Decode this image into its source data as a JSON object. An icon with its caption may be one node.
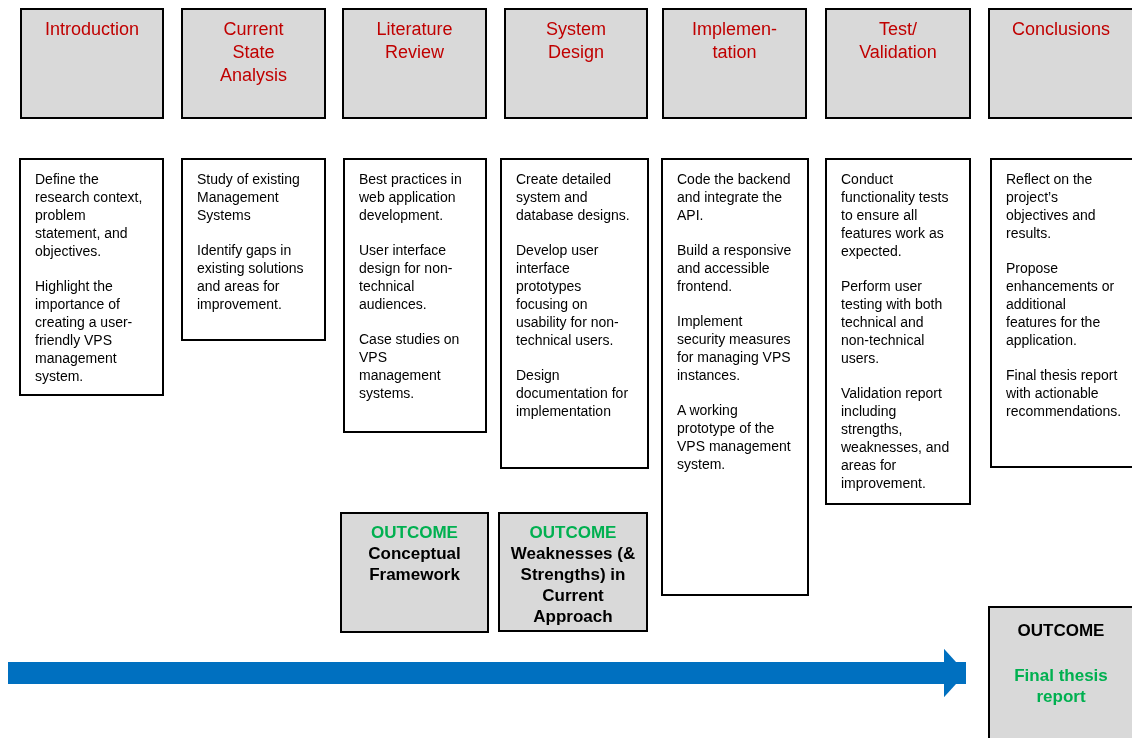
{
  "diagram": {
    "nodes": [
      {
        "text": [
          "Introduction"
        ]
      },
      {
        "text": [
          "Current State Analysis"
        ]
      },
      {
        "text": [
          "Literature Review"
        ]
      },
      {
        "text": [
          "System Design"
        ]
      },
      {
        "text": [
          "Implemen- tation"
        ]
      },
      {
        "text": [
          "Test/ Validation"
        ]
      },
      {
        "text": [
          "Conclusions"
        ]
      },
      {
        "text": [
          "Define the research context, problem statement, and objectives.",
          "Highlight the importance of creating a user-friendly VPS management system."
        ]
      },
      {
        "text": [
          "Study of existing Management Systems",
          "Identify gaps in existing solutions and areas for improvement."
        ]
      },
      {
        "text": [
          "Best practices in web application development.",
          "User interface design for non-technical audiences.",
          "Case studies on VPS management systems."
        ]
      },
      {
        "text": [
          "Create detailed system and database designs.",
          "Develop user interface prototypes focusing on usability for non-technical users.",
          "Design documentation for implementation"
        ]
      },
      {
        "text": [
          "Code the backend and integrate the API.",
          "Build a responsive and accessible frontend.",
          "Implement security measures for managing VPS instances.",
          "A working prototype of the VPS management system."
        ]
      },
      {
        "text": [
          "Conduct functionality tests to ensure all features work as expected.",
          "Perform user testing with both technical and non-technical users.",
          "Validation report including strengths, weaknesses, and areas for improvement."
        ]
      },
      {
        "text": [
          "Reflect on the project’s objectives and results.",
          "Propose enhancements or additional features for the application.",
          "Final thesis report with actionable recommendations."
        ]
      },
      {
        "text": [
          "OUTCOME",
          "Conceptual Framework"
        ]
      },
      {
        "text": [
          "OUTCOME",
          "Weaknesses (& Strengths) in Current Approach"
        ]
      },
      {
        "text": [
          "OUTCOME",
          "Final thesis report"
        ]
      }
    ],
    "edges": [
      {
        "from": null,
        "to": 16,
        "arrow": "to",
        "color": "#0070c0"
      }
    ]
  }
}
